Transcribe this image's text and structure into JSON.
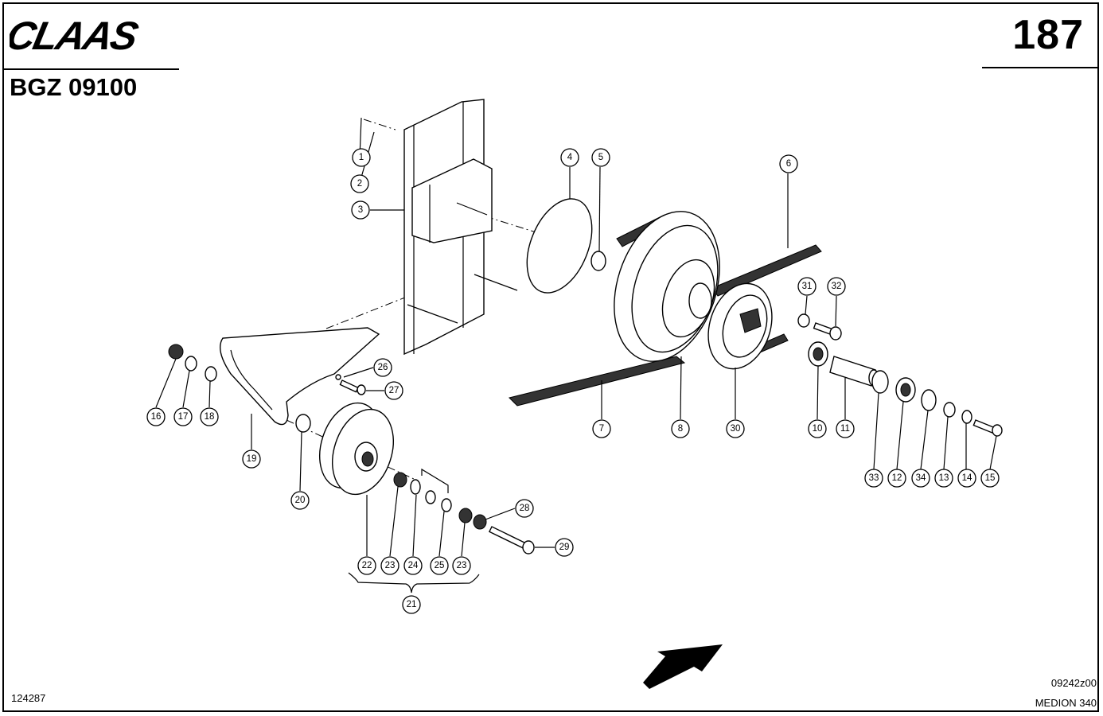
{
  "header": {
    "brand": "CLAAS",
    "page_number": "187",
    "group_code": "BGZ 09100"
  },
  "footer": {
    "left_code": "124287",
    "drawing_code": "09242z00",
    "model": "MEDION 340"
  },
  "callouts": [
    {
      "id": "c1",
      "label": "1"
    },
    {
      "id": "c2",
      "label": "2"
    },
    {
      "id": "c3",
      "label": "3"
    },
    {
      "id": "c4",
      "label": "4"
    },
    {
      "id": "c5",
      "label": "5"
    },
    {
      "id": "c6",
      "label": "6"
    },
    {
      "id": "c7",
      "label": "7"
    },
    {
      "id": "c8",
      "label": "8"
    },
    {
      "id": "c30",
      "label": "30"
    },
    {
      "id": "c31",
      "label": "31"
    },
    {
      "id": "c32",
      "label": "32"
    },
    {
      "id": "c10",
      "label": "10"
    },
    {
      "id": "c11",
      "label": "11"
    },
    {
      "id": "c33",
      "label": "33"
    },
    {
      "id": "c12",
      "label": "12"
    },
    {
      "id": "c34",
      "label": "34"
    },
    {
      "id": "c13",
      "label": "13"
    },
    {
      "id": "c14",
      "label": "14"
    },
    {
      "id": "c15",
      "label": "15"
    },
    {
      "id": "c16",
      "label": "16"
    },
    {
      "id": "c17",
      "label": "17"
    },
    {
      "id": "c18",
      "label": "18"
    },
    {
      "id": "c19",
      "label": "19"
    },
    {
      "id": "c20",
      "label": "20"
    },
    {
      "id": "c26",
      "label": "26"
    },
    {
      "id": "c27",
      "label": "27"
    },
    {
      "id": "c22",
      "label": "22"
    },
    {
      "id": "c23a",
      "label": "23"
    },
    {
      "id": "c24",
      "label": "24"
    },
    {
      "id": "c25",
      "label": "25"
    },
    {
      "id": "c23b",
      "label": "23"
    },
    {
      "id": "c28",
      "label": "28"
    },
    {
      "id": "c29",
      "label": "29"
    },
    {
      "id": "c21",
      "label": "21"
    }
  ]
}
